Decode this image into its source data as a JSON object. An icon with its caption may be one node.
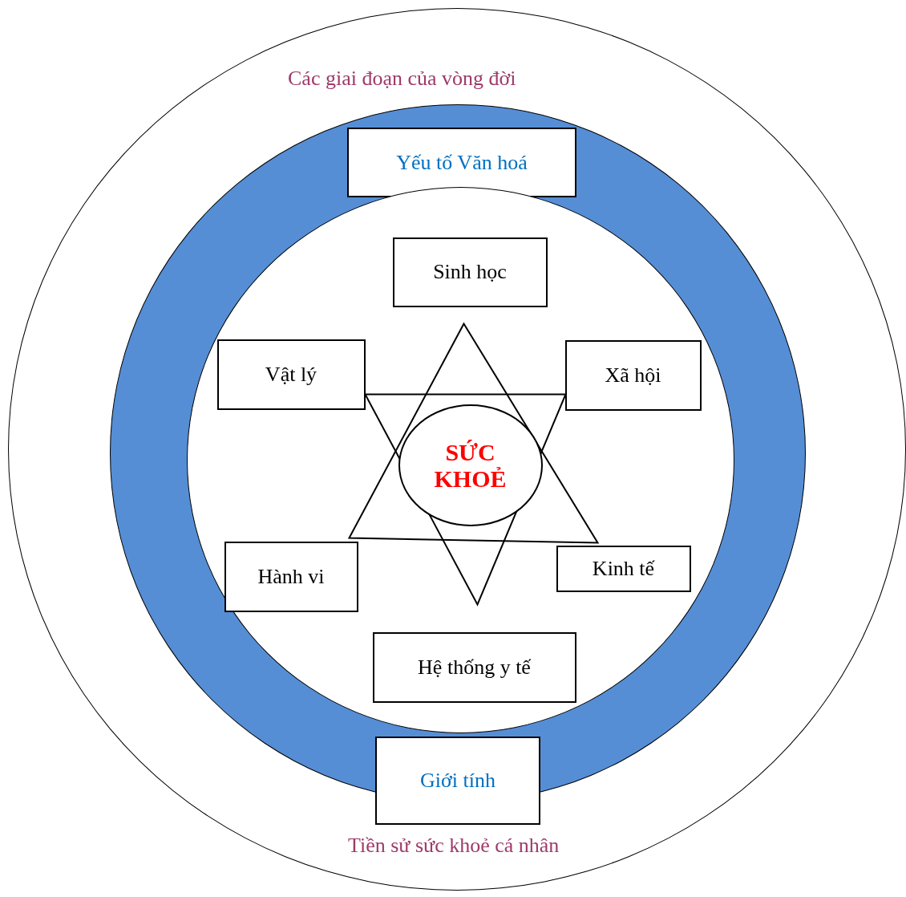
{
  "diagram": {
    "nodes": [
      {
        "text": [
          "Các giai đoạn của vòng đời",
          "Tiền sử sức khoẻ cá nhân"
        ]
      },
      {
        "text": [],
        "shape": "circle",
        "in": 0
      },
      {
        "text": [
          "Yếu tố Văn hoá"
        ],
        "in": 1
      },
      {
        "text": [],
        "shape": "circle",
        "in": 1
      },
      {
        "text": [
          "Sinh học"
        ],
        "in": 3
      },
      {
        "text": [
          "Vật lý"
        ],
        "in": 3
      },
      {
        "text": [
          "Xã hội"
        ],
        "in": 3
      },
      {
        "text": [
          "SỨC KHOẺ"
        ],
        "in": 3
      },
      {
        "text": [
          "Hành vi"
        ],
        "in": 3
      },
      {
        "text": [
          "Kinh tế"
        ],
        "in": 3
      },
      {
        "text": [
          "Hệ thống y tế"
        ],
        "in": 3
      },
      {
        "text": [
          "Giới tính"
        ],
        "in": 1
      }
    ]
  }
}
